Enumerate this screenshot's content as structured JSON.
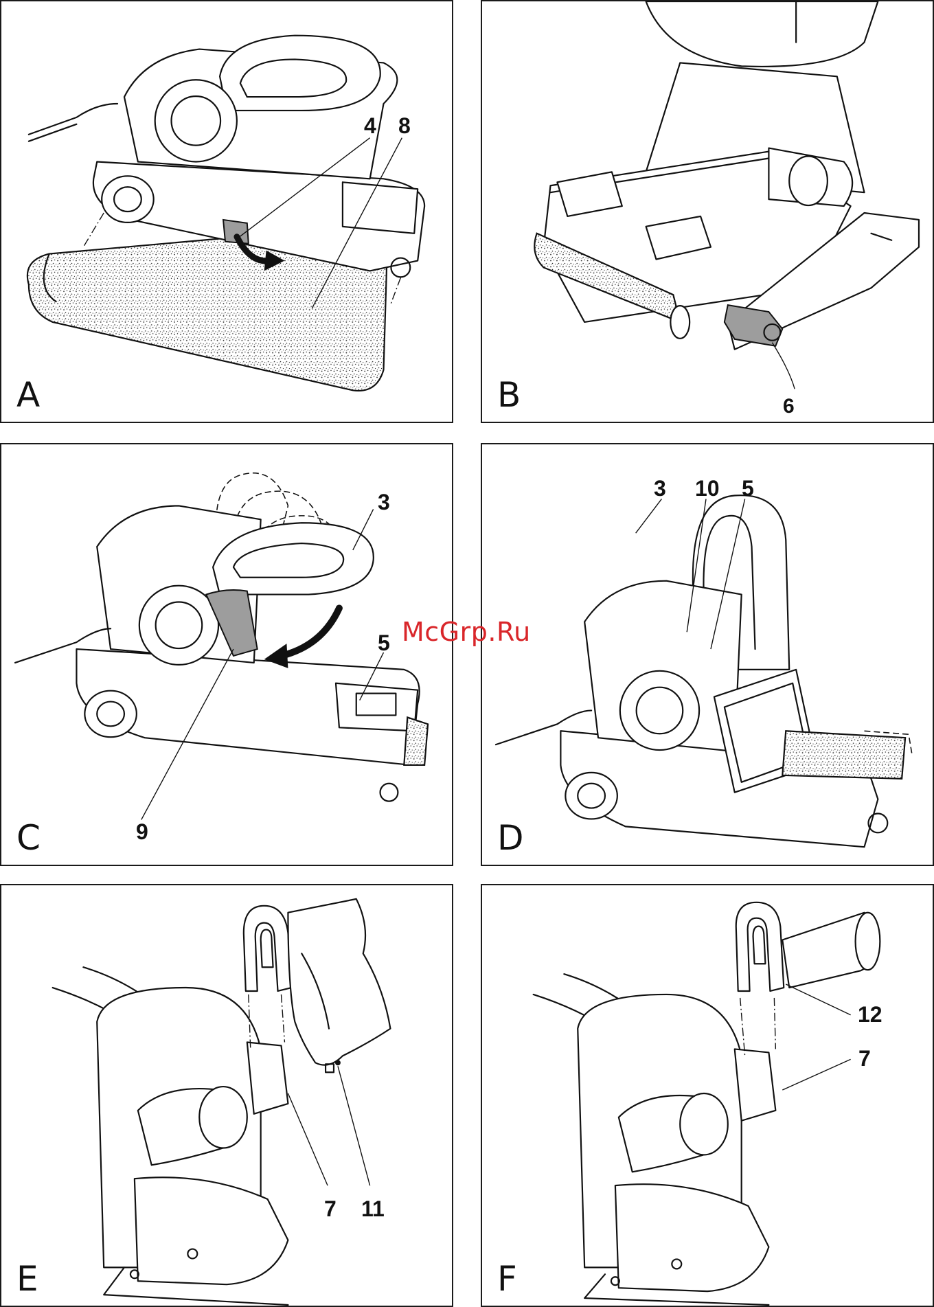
{
  "watermark": "McGrp.Ru",
  "panels": [
    {
      "letter": "A",
      "callouts": [
        "4",
        "8"
      ]
    },
    {
      "letter": "B",
      "callouts": [
        "6"
      ]
    },
    {
      "letter": "C",
      "callouts": [
        "3",
        "5",
        "9"
      ]
    },
    {
      "letter": "D",
      "callouts": [
        "3",
        "10",
        "5"
      ]
    },
    {
      "letter": "E",
      "callouts": [
        "7",
        "11"
      ]
    },
    {
      "letter": "F",
      "callouts": [
        "12",
        "7"
      ]
    }
  ]
}
